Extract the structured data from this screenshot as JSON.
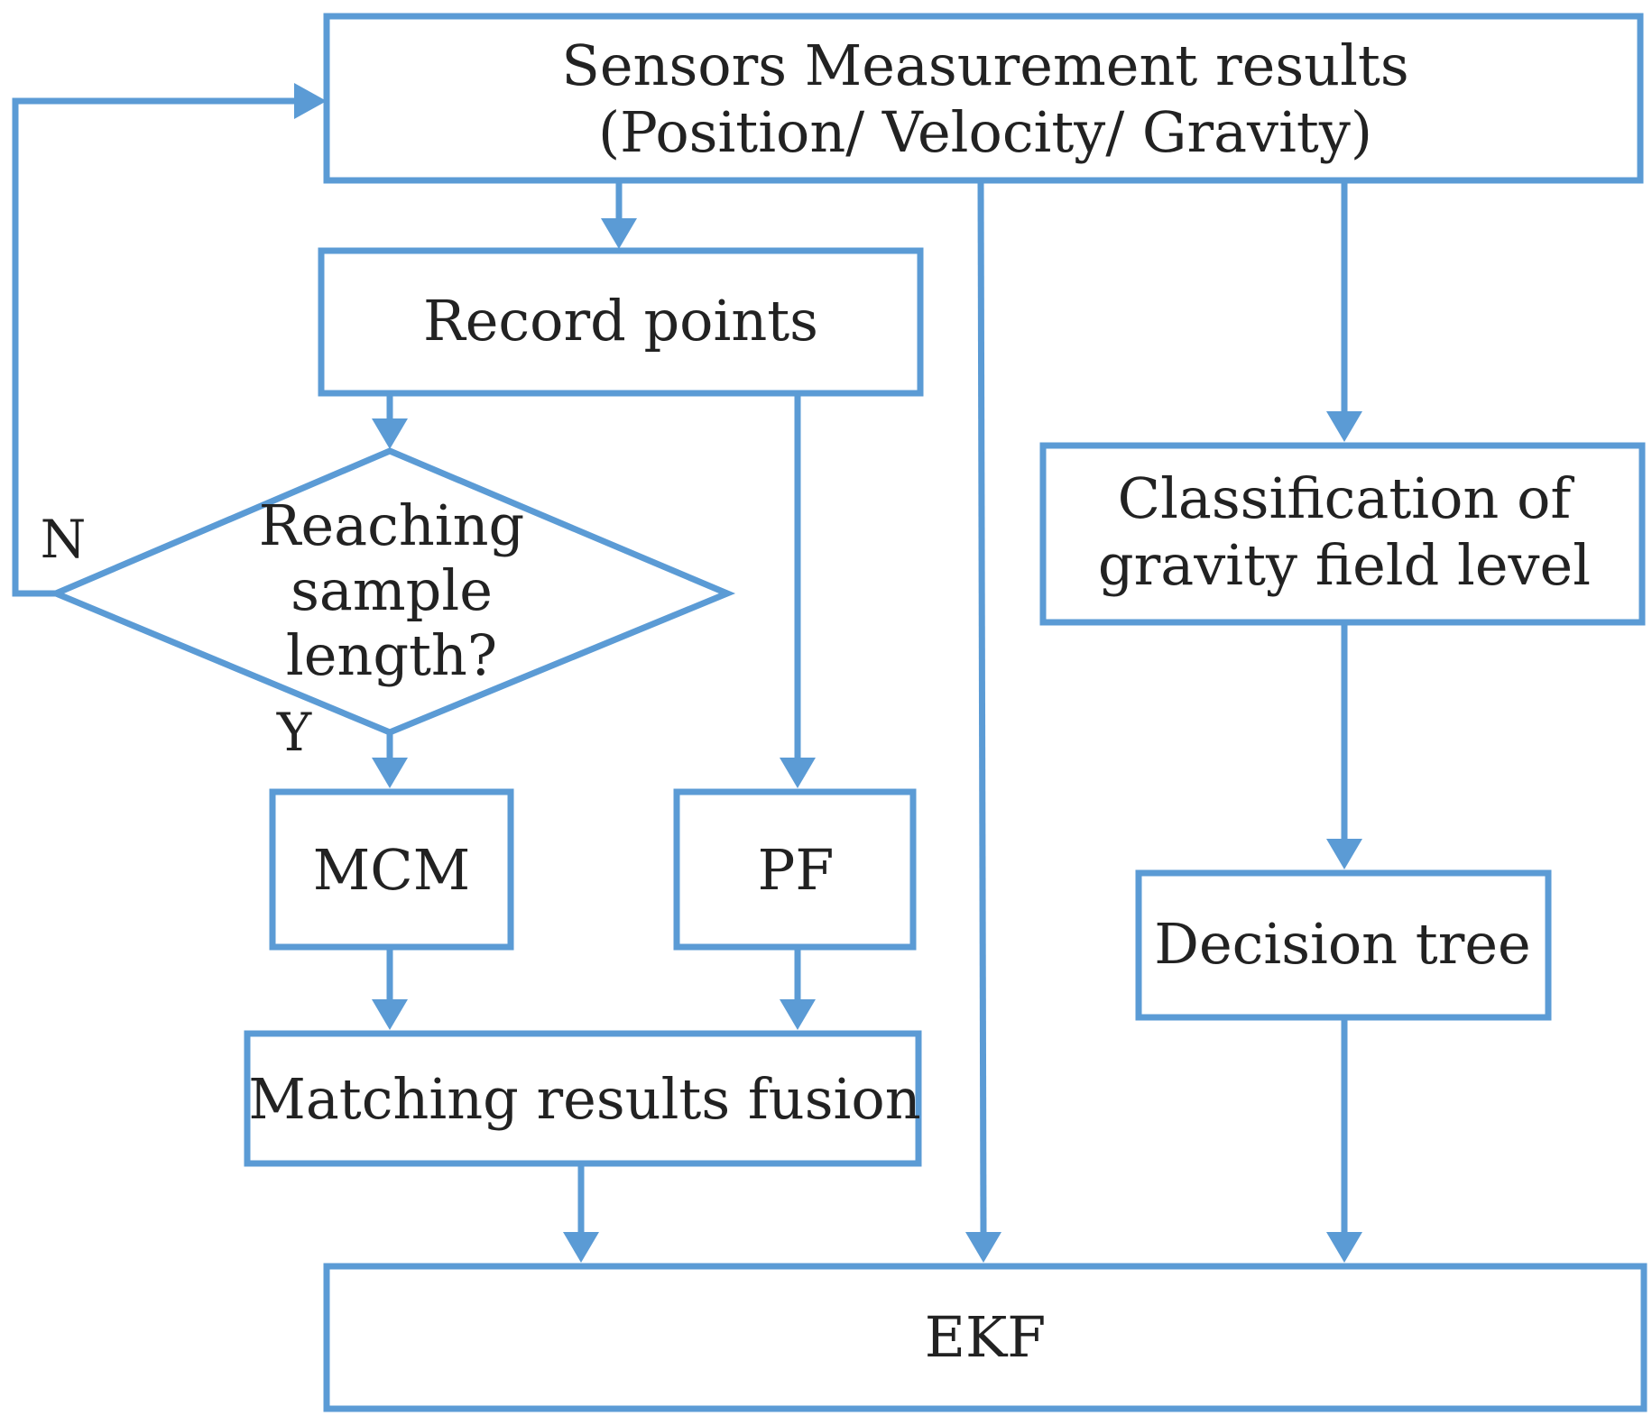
{
  "diagram": {
    "nodes": {
      "sensors": {
        "line1": "Sensors Measurement results",
        "line2": "(Position/ Velocity/ Gravity)"
      },
      "record_points": {
        "label": "Record points"
      },
      "decision": {
        "line1": "Reaching",
        "line2": "sample",
        "line3": "length?"
      },
      "mcm": {
        "label": "MCM"
      },
      "pf": {
        "label": "PF"
      },
      "fusion": {
        "label": "Matching results fusion"
      },
      "classification": {
        "line1": "Classification of",
        "line2": "gravity field level"
      },
      "decision_tree": {
        "label": "Decision tree"
      },
      "ekf": {
        "label": "EKF"
      }
    },
    "branch_labels": {
      "no": "N",
      "yes": "Y"
    },
    "colors": {
      "stroke": "#5b9bd5",
      "text": "#222222"
    }
  }
}
